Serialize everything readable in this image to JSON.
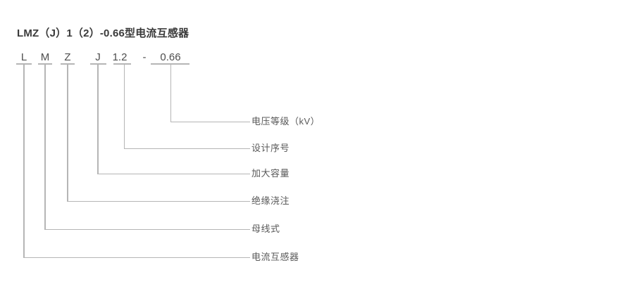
{
  "meta": {
    "background_color": "#ffffff",
    "line_color": "#b5b5b5",
    "title_color": "#3a3a3a",
    "code_text_color": "#4d4d4d",
    "label_text_color": "#595959"
  },
  "title": "LMZ（J）1（2）-0.66型电流互感器",
  "diagram": {
    "code_parts": {
      "l": "L",
      "m": "M",
      "z": "Z",
      "j": "J",
      "design": "1.2",
      "separator": "-",
      "voltage": "0.66"
    },
    "labels": {
      "voltage": "电压等级（kV）",
      "design": "设计序号",
      "j": "加大容量",
      "z": "绝缘浇注",
      "m": "母线式",
      "l": "电流互感器"
    }
  }
}
